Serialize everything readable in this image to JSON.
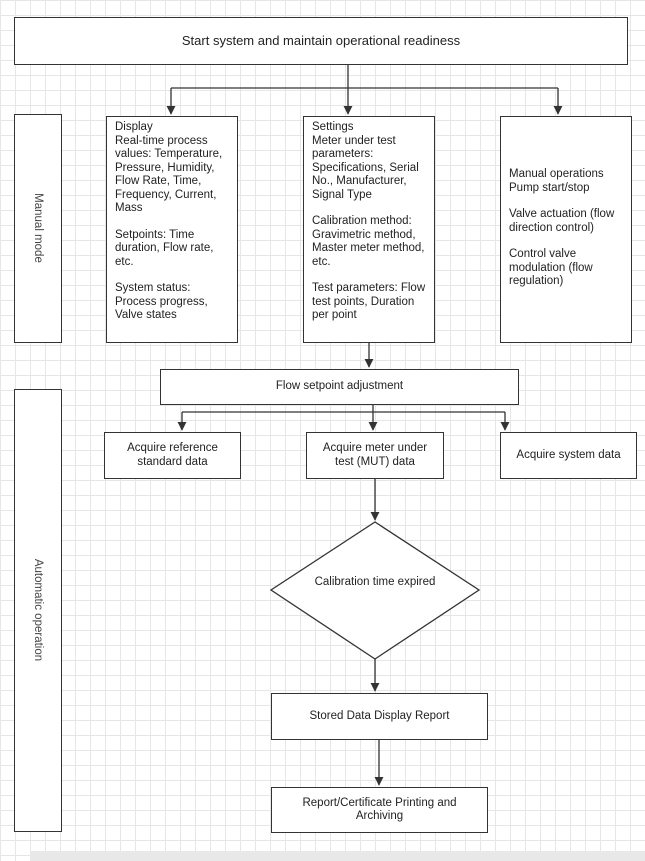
{
  "header": {
    "title": "Start system and maintain operational readiness"
  },
  "lanes": {
    "manual": "Manual mode",
    "automatic": "Automatic operation"
  },
  "display_box": {
    "paragraphs": [
      "Display\nReal-time process values: Temperature, Pressure, Humidity, Flow Rate, Time, Frequency, Current, Mass",
      "Setpoints: Time duration, Flow rate, etc.",
      "System status: Process progress, Valve states"
    ]
  },
  "settings_box": {
    "paragraphs": [
      "Settings\nMeter under test parameters: Specifications, Serial No., Manufacturer, Signal Type",
      "Calibration method: Gravimetric method, Master meter method, etc.",
      "Test parameters: Flow test points, Duration per point"
    ]
  },
  "manual_box": {
    "paragraphs": [
      "Manual operations\nPump start/stop",
      "Valve actuation (flow direction control)",
      "Control valve modulation (flow regulation)"
    ]
  },
  "flow_setpoint": "Flow setpoint adjustment",
  "acquire_reference": "Acquire reference standard data",
  "acquire_mut": "Acquire meter under test (MUT) data",
  "acquire_system": "Acquire system data",
  "decision": "Calibration time expired",
  "stored_data": "Stored Data Display Report",
  "printing": "Report/Certificate Printing and Archiving"
}
